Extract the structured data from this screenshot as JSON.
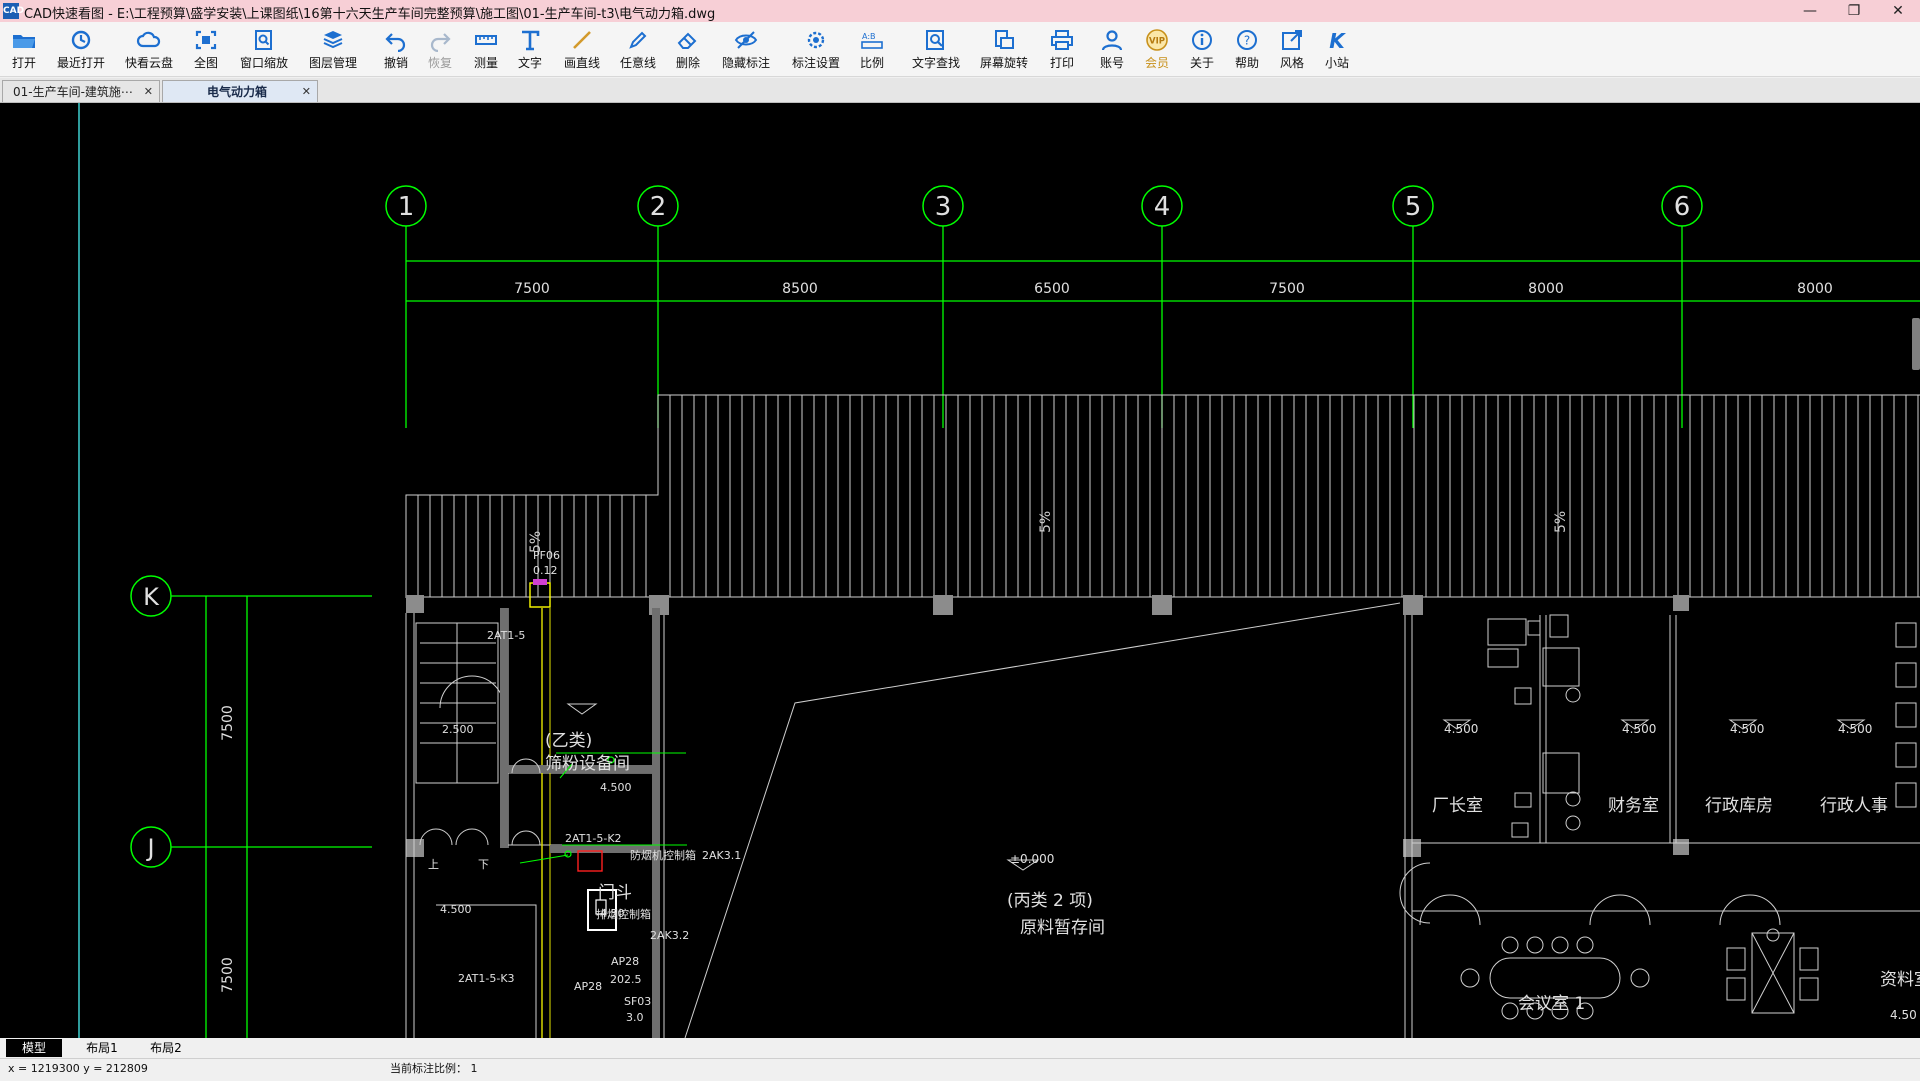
{
  "window": {
    "title": "CAD快速看图 - E:\\工程预算\\盛学安装\\上课图纸\\16第十六天生产车间完整预算\\施工图\\01-生产车间-t3\\电气动力箱.dwg",
    "minimize": "—",
    "maximize": "❐",
    "close": "✕"
  },
  "toolbar": {
    "open": "打开",
    "recent": "最近打开",
    "cloud": "快看云盘",
    "full_view": "全图",
    "window_zoom": "窗口缩放",
    "layers": "图层管理",
    "undo": "撤销",
    "redo": "恢复",
    "measure": "测量",
    "text": "文字",
    "line": "画直线",
    "free_line": "任意线",
    "delete": "删除",
    "hide_annot": "隐藏标注",
    "annot_settings": "标注设置",
    "scale": "比例",
    "text_search": "文字查找",
    "rotate": "屏幕旋转",
    "print": "打印",
    "account": "账号",
    "vip": "会员",
    "about": "关于",
    "help": "帮助",
    "style": "风格",
    "station": "小站"
  },
  "tabs": [
    {
      "label": "01-生产车间-建筑施⋯",
      "close": "✕"
    },
    {
      "label": "电气动力箱",
      "close": "✕"
    }
  ],
  "drawing": {
    "axes_top": [
      "1",
      "2",
      "3",
      "4",
      "5",
      "6"
    ],
    "dims_top": [
      "7500",
      "8500",
      "6500",
      "7500",
      "8000",
      "8000"
    ],
    "axes_left": [
      "K",
      "J"
    ],
    "dims_left": [
      "7500",
      "7500"
    ],
    "slope_labels": [
      "5%",
      "5%",
      "5%"
    ],
    "labels": {
      "pf06": "PF06",
      "pf06_val": "0.12",
      "t2at15": "2AT1-5",
      "room_yi_a": "(乙类)",
      "room_yi_b": "筛粉设备间",
      "lvl_4500": "4.500",
      "t2at15k2": "2AT1-5-K2",
      "fire_valve": "防烟机控制箱",
      "t2ak31": "2AK3.1",
      "door_room": "门斗",
      "lvl_4500b": "4.50",
      "ctrl_box2": "排烟控制箱",
      "t2ak32": "2AK3.2",
      "stair_up": "上",
      "stair_down": "下",
      "stair_2500": "2.500",
      "stair_4500": "4.500",
      "t2at15k3": "2AT1-5-K3",
      "ap28a": "AP28",
      "ap28b": "AP28",
      "ap28_val": "202.5",
      "sf03": "SF03",
      "sf03_val": "3.0",
      "room_bing_a": "(丙类  2 项)",
      "room_bing_b": "原料暂存间",
      "lvl_0": "±0.000",
      "office1": "厂长室",
      "office1_lvl": "4.500",
      "office2": "财务室",
      "office2_lvl": "4.500",
      "office3": "行政库房",
      "office3_lvl": "4.500",
      "office4": "行政人事",
      "office4_lvl": "4.500",
      "meeting": "会议室 1",
      "archive": "资料室",
      "archive_lvl": "4.50"
    }
  },
  "layout_tabs": [
    "模型",
    "布局1",
    "布局2"
  ],
  "status": {
    "coords": "x = 1219300  y = 212809",
    "scale": "当前标注比例： 1"
  },
  "colors": {
    "canvas": "#000000",
    "axis_green": "#00ff00",
    "line_white": "#d8d8d8",
    "yellow": "#e6e600",
    "red": "#ff2020",
    "titlebar": "#f7cfd6",
    "icon_blue": "#1d6fd0"
  }
}
